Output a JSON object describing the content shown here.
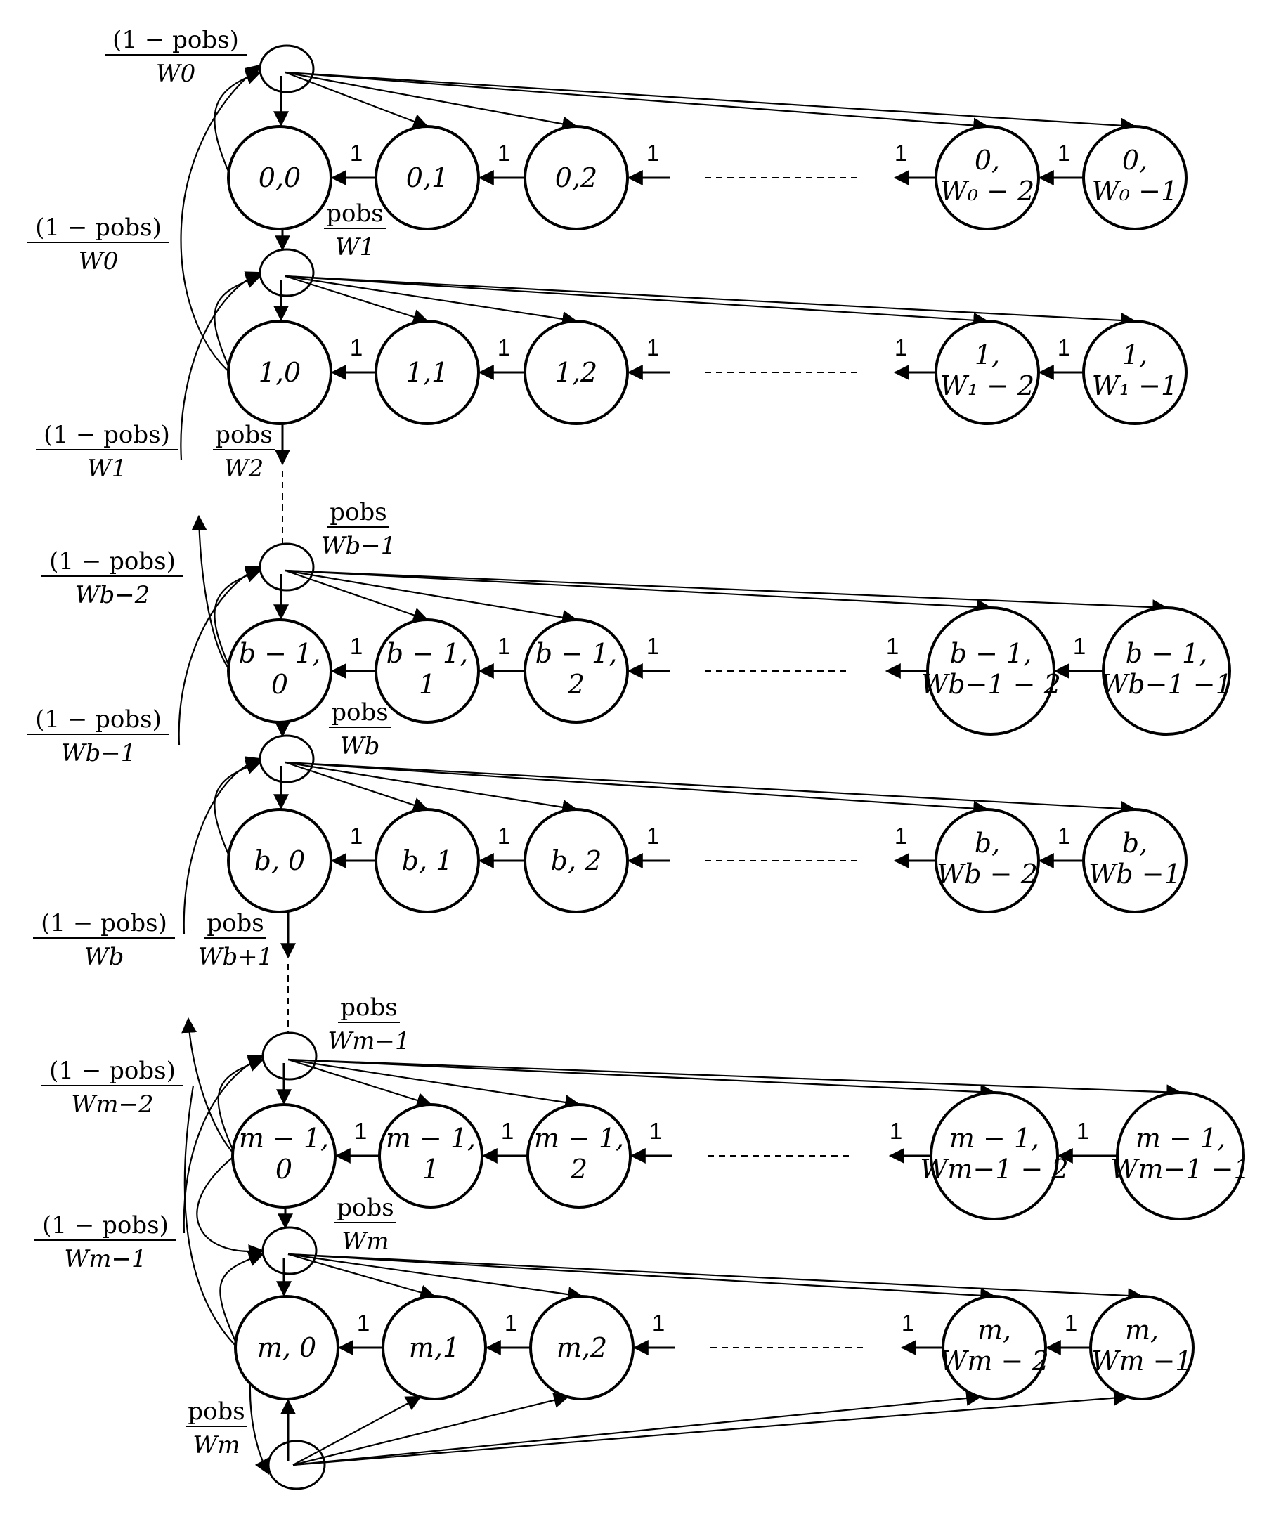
{
  "diagram": {
    "rows": [
      {
        "id": "row-0",
        "states": [
          {
            "line1": "0,0"
          },
          {
            "line1": "0,1"
          },
          {
            "line1": "0,2"
          },
          {
            "line1": "0,",
            "line2": "W₀ − 2"
          },
          {
            "line1": "0,",
            "line2": "W₀ −1"
          }
        ],
        "arrow_labels": [
          "1",
          "1",
          "1",
          "1",
          "1"
        ]
      },
      {
        "id": "row-1",
        "states": [
          {
            "line1": "1,0"
          },
          {
            "line1": "1,1"
          },
          {
            "line1": "1,2"
          },
          {
            "line1": "1,",
            "line2": "W₁ − 2"
          },
          {
            "line1": "1,",
            "line2": "W₁ −1"
          }
        ],
        "arrow_labels": [
          "1",
          "1",
          "1",
          "1",
          "1"
        ]
      },
      {
        "id": "row-b-1",
        "states": [
          {
            "line1": "b − 1,",
            "line2": "0"
          },
          {
            "line1": "b − 1,",
            "line2": "1"
          },
          {
            "line1": "b − 1,",
            "line2": "2"
          },
          {
            "line1": "b − 1,",
            "line2": "Wb−1 − 2"
          },
          {
            "line1": "b − 1,",
            "line2": "Wb−1 −1"
          }
        ],
        "arrow_labels": [
          "1",
          "1",
          "1",
          "1",
          "1"
        ]
      },
      {
        "id": "row-b",
        "states": [
          {
            "line1": "b, 0"
          },
          {
            "line1": "b, 1"
          },
          {
            "line1": "b, 2"
          },
          {
            "line1": "b,",
            "line2": "Wb − 2"
          },
          {
            "line1": "b,",
            "line2": "Wb −1"
          }
        ],
        "arrow_labels": [
          "1",
          "1",
          "1",
          "1",
          "1"
        ]
      },
      {
        "id": "row-m-1",
        "states": [
          {
            "line1": "m − 1,",
            "line2": "0"
          },
          {
            "line1": "m − 1,",
            "line2": "1"
          },
          {
            "line1": "m − 1,",
            "line2": "2"
          },
          {
            "line1": "m − 1,",
            "line2": "Wm−1 − 2"
          },
          {
            "line1": "m − 1,",
            "line2": "Wm−1 −1"
          }
        ],
        "arrow_labels": [
          "1",
          "1",
          "1",
          "1",
          "1"
        ]
      },
      {
        "id": "row-m",
        "states": [
          {
            "line1": "m, 0"
          },
          {
            "line1": "m,1"
          },
          {
            "line1": "m,2"
          },
          {
            "line1": "m,",
            "line2": "Wm − 2"
          },
          {
            "line1": "m,",
            "line2": "Wm −1"
          }
        ],
        "arrow_labels": [
          "1",
          "1",
          "1",
          "1",
          "1"
        ]
      }
    ],
    "fractions": [
      {
        "num": "(1 − pobs)",
        "den": "W0"
      },
      {
        "num": "(1 − pobs)",
        "den": "W0"
      },
      {
        "num": "pobs",
        "den": "W1"
      },
      {
        "num": "(1 − pobs)",
        "den": "W1"
      },
      {
        "num": "pobs",
        "den": "W2"
      },
      {
        "num": "pobs",
        "den": "Wb−1"
      },
      {
        "num": "(1 − pobs)",
        "den": "Wb−2"
      },
      {
        "num": "(1 − pobs)",
        "den": "Wb−1"
      },
      {
        "num": "pobs",
        "den": "Wb"
      },
      {
        "num": "(1 − pobs)",
        "den": "Wb"
      },
      {
        "num": "pobs",
        "den": "Wb+1"
      },
      {
        "num": "pobs",
        "den": "Wm−1"
      },
      {
        "num": "(1 − pobs)",
        "den": "Wm−2"
      },
      {
        "num": "(1 − pobs)",
        "den": "Wm−1"
      },
      {
        "num": "pobs",
        "den": "Wm"
      },
      {
        "num": "pobs",
        "den": "Wm"
      }
    ]
  }
}
